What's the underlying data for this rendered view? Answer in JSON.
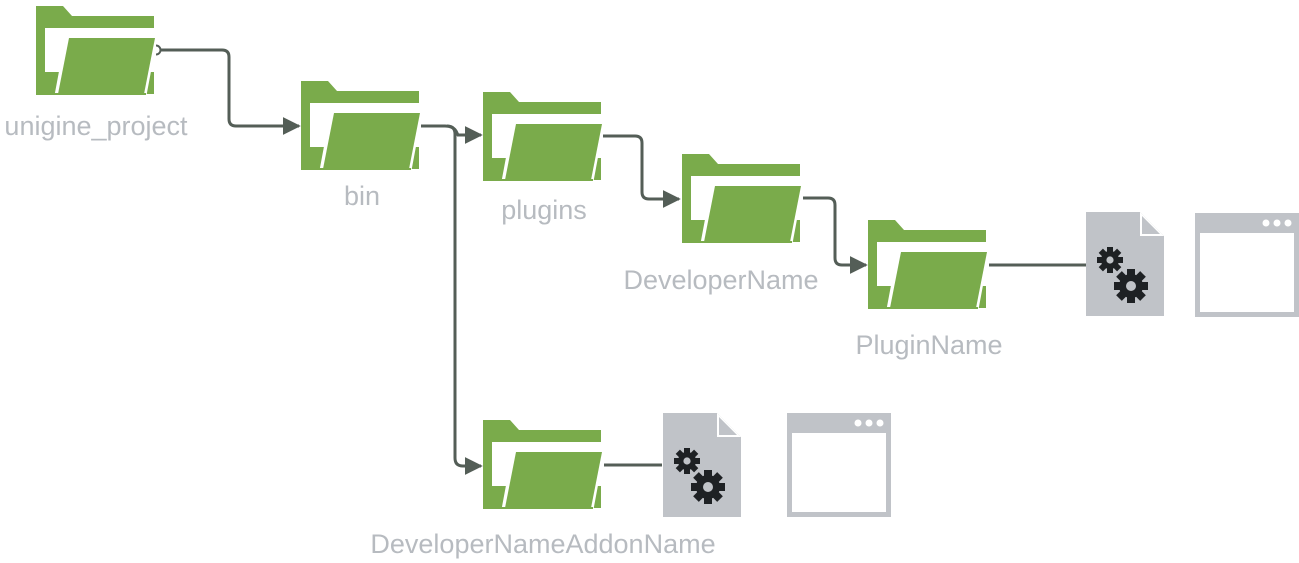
{
  "colors": {
    "folder_back": "#7aab4b",
    "folder_front": "#7aab4b",
    "folder_paper": "#ffffff",
    "connector": "#545e57",
    "label": "#b7bbc0",
    "file_icon": "#c0c3c8",
    "gear": "#1e2124",
    "window_icon": "#c0c3c8"
  },
  "folders": {
    "unigine_project": {
      "label": "unigine_project",
      "icon": "folder-icon"
    },
    "bin": {
      "label": "bin",
      "icon": "folder-icon"
    },
    "plugins": {
      "label": "plugins",
      "icon": "folder-icon"
    },
    "developer_name": {
      "label": "DeveloperName",
      "icon": "folder-icon"
    },
    "plugin_name": {
      "label": "PluginName",
      "icon": "folder-icon"
    },
    "developer_name_addon_name": {
      "label": "DeveloperNameAddonName",
      "icon": "folder-icon"
    }
  },
  "files": {
    "plugin_library": {
      "icon": "gear-file-icon"
    },
    "plugin_window": {
      "icon": "window-icon"
    },
    "addon_library": {
      "icon": "gear-file-icon"
    },
    "addon_window": {
      "icon": "window-icon"
    }
  }
}
